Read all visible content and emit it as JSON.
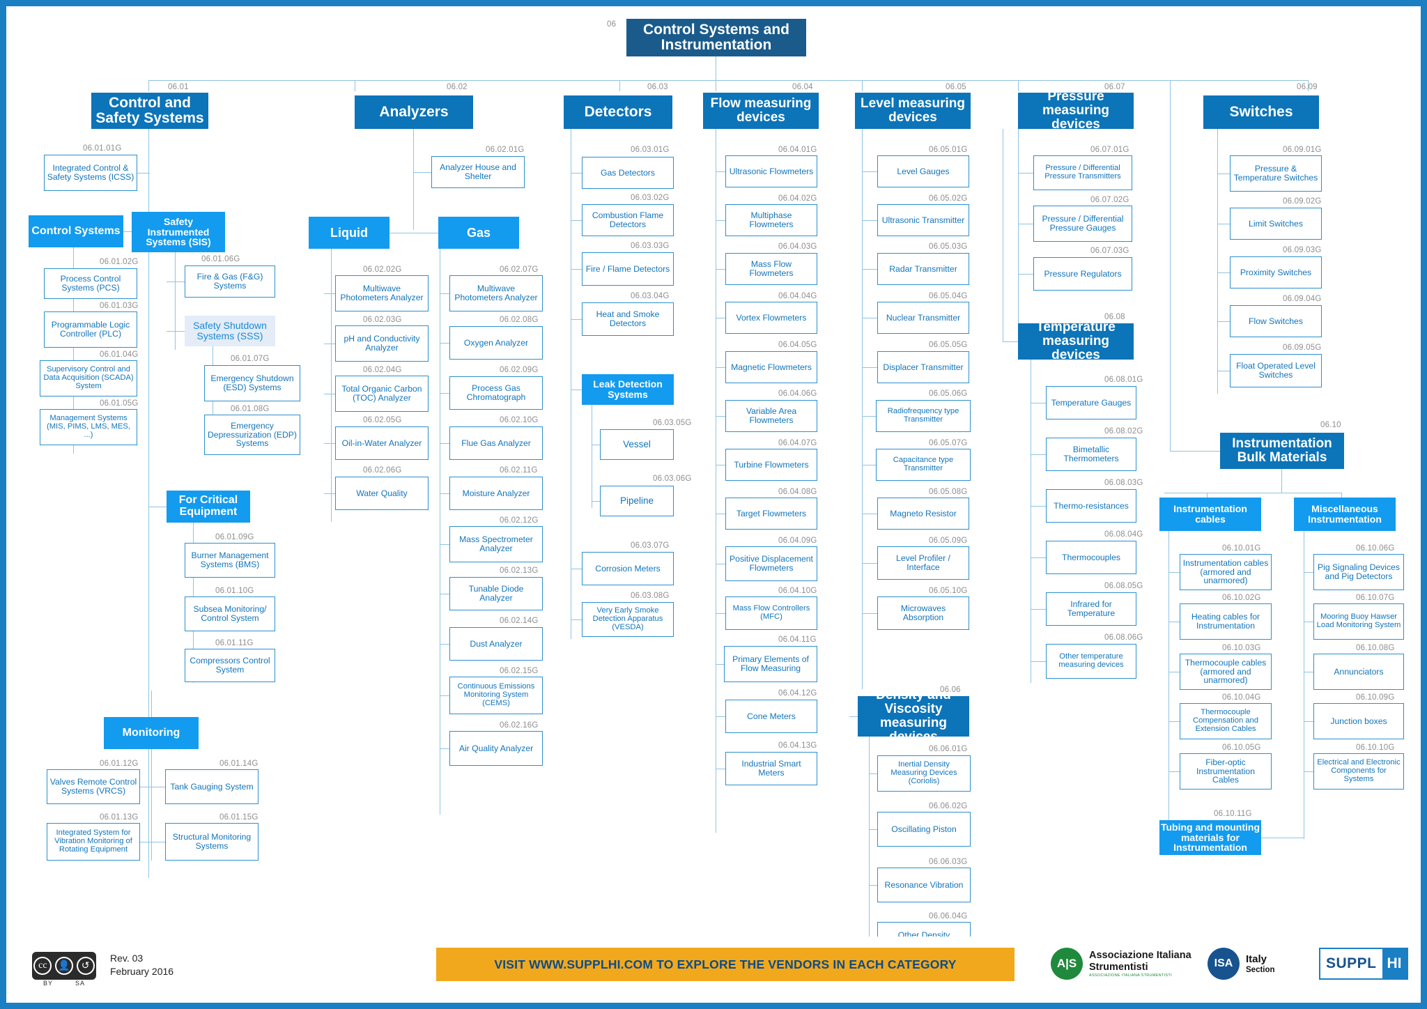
{
  "root": {
    "code": "06",
    "label": "Control Systems and Instrumentation"
  },
  "footer": {
    "revision": "Rev. 03",
    "revision_date": "February 2016",
    "visit_banner": "VISIT WWW.SUPPLHI.COM TO EXPLORE THE VENDORS IN EACH CATEGORY",
    "cc_license": "CC BY SA",
    "cc_by": "BY",
    "cc_sa": "SA",
    "ais_name": "Associazione Italiana",
    "ais_name2": "Strumentisti",
    "ais_mark": "A|S",
    "ais_sub": "ASSOCIAZIONE ITALIANA STRUMENTISTI",
    "isa_mark": "ISA",
    "isa_name": "Italy",
    "isa_sub": "Section",
    "supplhi_left": "SUPPL",
    "supplhi_right": "HI"
  },
  "colors": {
    "frame": "#1b7fc4",
    "root_bg": "#1a5b8c",
    "category_bg": "#0c74b8",
    "subgroup_bg": "#139bef",
    "leaf_border": "#2b8fce",
    "leaf_text": "#1275bb",
    "code_text": "#8d8d8d",
    "connector": "#8fc4e4",
    "banner_bg": "#f2a81c",
    "banner_text": "#0b4c8c",
    "ghost_bg": "#e3ecf7"
  },
  "columns": [
    {
      "code": "06.01",
      "title": "Control and Safety Systems",
      "direct": [
        {
          "code": "06.01.01G",
          "label": "Integrated Control & Safety Systems (ICSS)"
        }
      ],
      "groups": [
        {
          "title": "Control Systems",
          "items": [
            {
              "code": "06.01.02G",
              "label": "Process Control Systems (PCS)"
            },
            {
              "code": "06.01.03G",
              "label": "Programmable Logic Controller (PLC)"
            },
            {
              "code": "06.01.04G",
              "label": "Supervisory Control and Data Acquisition (SCADA) System"
            },
            {
              "code": "06.01.05G",
              "label": "Management Systems (MIS, PIMS, LMS, MES, ...)"
            }
          ]
        },
        {
          "title": "Safety Instrumented Systems (SIS)",
          "items": [
            {
              "code": "06.01.06G",
              "label": "Fire & Gas (F&G) Systems"
            }
          ],
          "ghost": {
            "title": "Safety Shutdown Systems (SSS)",
            "items": [
              {
                "code": "06.01.07G",
                "label": "Emergency Shutdown (ESD) Systems"
              },
              {
                "code": "06.01.08G",
                "label": "Emergency Depressurization (EDP) Systems"
              }
            ]
          }
        },
        {
          "title": "For Critical Equipment",
          "items": [
            {
              "code": "06.01.09G",
              "label": "Burner Management Systems (BMS)"
            },
            {
              "code": "06.01.10G",
              "label": "Subsea Monitoring/ Control System"
            },
            {
              "code": "06.01.11G",
              "label": "Compressors Control System"
            }
          ]
        },
        {
          "title": "Monitoring",
          "items": [
            {
              "code": "06.01.12G",
              "label": "Valves Remote Control Systems (VRCS)"
            },
            {
              "code": "06.01.13G",
              "label": "Integrated System for Vibration Monitoring of Rotating Equipment"
            },
            {
              "code": "06.01.14G",
              "label": "Tank Gauging System"
            },
            {
              "code": "06.01.15G",
              "label": "Structural Monitoring Systems"
            }
          ]
        }
      ]
    },
    {
      "code": "06.02",
      "title": "Analyzers",
      "direct": [
        {
          "code": "06.02.01G",
          "label": "Analyzer House and Shelter"
        }
      ],
      "groups": [
        {
          "title": "Liquid",
          "items": [
            {
              "code": "06.02.02G",
              "label": "Multiwave Photometers Analyzer"
            },
            {
              "code": "06.02.03G",
              "label": "pH and Conductivity Analyzer"
            },
            {
              "code": "06.02.04G",
              "label": "Total Organic Carbon (TOC) Analyzer"
            },
            {
              "code": "06.02.05G",
              "label": "Oil-in-Water Analyzer"
            },
            {
              "code": "06.02.06G",
              "label": "Water Quality"
            }
          ]
        },
        {
          "title": "Gas",
          "items": [
            {
              "code": "06.02.07G",
              "label": "Multiwave Photometers Analyzer"
            },
            {
              "code": "06.02.08G",
              "label": "Oxygen Analyzer"
            },
            {
              "code": "06.02.09G",
              "label": "Process Gas Chromatograph"
            },
            {
              "code": "06.02.10G",
              "label": "Flue Gas Analyzer"
            },
            {
              "code": "06.02.11G",
              "label": "Moisture Analyzer"
            },
            {
              "code": "06.02.12G",
              "label": "Mass Spectrometer Analyzer"
            },
            {
              "code": "06.02.13G",
              "label": "Tunable Diode Analyzer"
            },
            {
              "code": "06.02.14G",
              "label": "Dust Analyzer"
            },
            {
              "code": "06.02.15G",
              "label": "Continuous Emissions Monitoring System (CEMS)"
            },
            {
              "code": "06.02.16G",
              "label": "Air Quality Analyzer"
            }
          ]
        }
      ]
    },
    {
      "code": "06.03",
      "title": "Detectors",
      "items": [
        {
          "code": "06.03.01G",
          "label": "Gas Detectors"
        },
        {
          "code": "06.03.02G",
          "label": "Combustion Flame Detectors"
        },
        {
          "code": "06.03.03G",
          "label": "Fire / Flame Detectors"
        },
        {
          "code": "06.03.04G",
          "label": "Heat and Smoke Detectors"
        }
      ],
      "subgroup": {
        "title": "Leak Detection Systems",
        "items": [
          {
            "code": "06.03.05G",
            "label": "Vessel"
          },
          {
            "code": "06.03.06G",
            "label": "Pipeline"
          }
        ]
      },
      "items_after": [
        {
          "code": "06.03.07G",
          "label": "Corrosion Meters"
        },
        {
          "code": "06.03.08G",
          "label": "Very Early Smoke Detection Apparatus (VESDA)"
        }
      ]
    },
    {
      "code": "06.04",
      "title": "Flow measuring devices",
      "items": [
        {
          "code": "06.04.01G",
          "label": "Ultrasonic Flowmeters"
        },
        {
          "code": "06.04.02G",
          "label": "Multiphase Flowmeters"
        },
        {
          "code": "06.04.03G",
          "label": "Mass Flow Flowmeters"
        },
        {
          "code": "06.04.04G",
          "label": "Vortex Flowmeters"
        },
        {
          "code": "06.04.05G",
          "label": "Magnetic Flowmeters"
        },
        {
          "code": "06.04.06G",
          "label": "Variable Area Flowmeters"
        },
        {
          "code": "06.04.07G",
          "label": "Turbine Flowmeters"
        },
        {
          "code": "06.04.08G",
          "label": "Target Flowmeters"
        },
        {
          "code": "06.04.09G",
          "label": "Positive Displacement Flowmeters"
        },
        {
          "code": "06.04.10G",
          "label": "Mass Flow Controllers (MFC)"
        },
        {
          "code": "06.04.11G",
          "label": "Primary Elements of Flow Measuring"
        },
        {
          "code": "06.04.12G",
          "label": "Cone Meters"
        },
        {
          "code": "06.04.13G",
          "label": "Industrial Smart Meters"
        }
      ]
    },
    {
      "code": "06.05",
      "title": "Level measuring devices",
      "items": [
        {
          "code": "06.05.01G",
          "label": "Level Gauges"
        },
        {
          "code": "06.05.02G",
          "label": "Ultrasonic Transmitter"
        },
        {
          "code": "06.05.03G",
          "label": "Radar Transmitter"
        },
        {
          "code": "06.05.04G",
          "label": "Nuclear Transmitter"
        },
        {
          "code": "06.05.05G",
          "label": "Displacer Transmitter"
        },
        {
          "code": "06.05.06G",
          "label": "Radiofrequency type Transmitter"
        },
        {
          "code": "06.05.07G",
          "label": "Capacitance type Transmitter"
        },
        {
          "code": "06.05.08G",
          "label": "Magneto Resistor"
        },
        {
          "code": "06.05.09G",
          "label": "Level Profiler / Interface"
        },
        {
          "code": "06.05.10G",
          "label": "Microwaves Absorption"
        }
      ]
    },
    {
      "code": "06.06",
      "title": "Density and Viscosity measuring devices",
      "items": [
        {
          "code": "06.06.01G",
          "label": "Inertial Density Measuring Devices (Coriolis)"
        },
        {
          "code": "06.06.02G",
          "label": "Oscillating Piston"
        },
        {
          "code": "06.06.03G",
          "label": "Resonance Vibration"
        },
        {
          "code": "06.06.04G",
          "label": "Other Density Measuring Devices"
        }
      ]
    },
    {
      "code": "06.07",
      "title": "Pressure measuring devices",
      "items": [
        {
          "code": "06.07.01G",
          "label": "Pressure / Differential Pressure Transmitters"
        },
        {
          "code": "06.07.02G",
          "label": "Pressure / Differential Pressure Gauges"
        },
        {
          "code": "06.07.03G",
          "label": "Pressure Regulators"
        }
      ]
    },
    {
      "code": "06.08",
      "title": "Temperature measuring devices",
      "items": [
        {
          "code": "06.08.01G",
          "label": "Temperature Gauges"
        },
        {
          "code": "06.08.02G",
          "label": "Bimetallic Thermometers"
        },
        {
          "code": "06.08.03G",
          "label": "Thermo-resistances"
        },
        {
          "code": "06.08.04G",
          "label": "Thermocouples"
        },
        {
          "code": "06.08.05G",
          "label": "Infrared for Temperature"
        },
        {
          "code": "06.08.06G",
          "label": "Other temperature measuring devices"
        }
      ]
    },
    {
      "code": "06.09",
      "title": "Switches",
      "items": [
        {
          "code": "06.09.01G",
          "label": "Pressure & Temperature Switches"
        },
        {
          "code": "06.09.02G",
          "label": "Limit Switches"
        },
        {
          "code": "06.09.03G",
          "label": "Proximity Switches"
        },
        {
          "code": "06.09.04G",
          "label": "Flow Switches"
        },
        {
          "code": "06.09.05G",
          "label": "Float Operated Level Switches"
        }
      ]
    },
    {
      "code": "06.10",
      "title": "Instrumentation Bulk Materials",
      "groups": [
        {
          "title": "Instrumentation cables",
          "items": [
            {
              "code": "06.10.01G",
              "label": "Instrumentation cables (armored and unarmored)"
            },
            {
              "code": "06.10.02G",
              "label": "Heating cables for Instrumentation"
            },
            {
              "code": "06.10.03G",
              "label": "Thermocouple cables (armored and unarmored)"
            },
            {
              "code": "06.10.04G",
              "label": "Thermocouple Compensation and Extension Cables"
            },
            {
              "code": "06.10.05G",
              "label": "Fiber-optic Instrumentation Cables"
            }
          ]
        },
        {
          "title": "Miscellaneous Instrumentation",
          "items": [
            {
              "code": "06.10.06G",
              "label": "Pig Signaling Devices and Pig Detectors"
            },
            {
              "code": "06.10.07G",
              "label": "Mooring Buoy Hawser Load Monitoring System"
            },
            {
              "code": "06.10.08G",
              "label": "Annunciators"
            },
            {
              "code": "06.10.09G",
              "label": "Junction boxes"
            },
            {
              "code": "06.10.10G",
              "label": "Electrical and Electronic Components for Systems"
            }
          ]
        }
      ],
      "tail": {
        "code": "06.10.11G",
        "label": "Tubing and mounting materials for Instrumentation"
      }
    }
  ]
}
